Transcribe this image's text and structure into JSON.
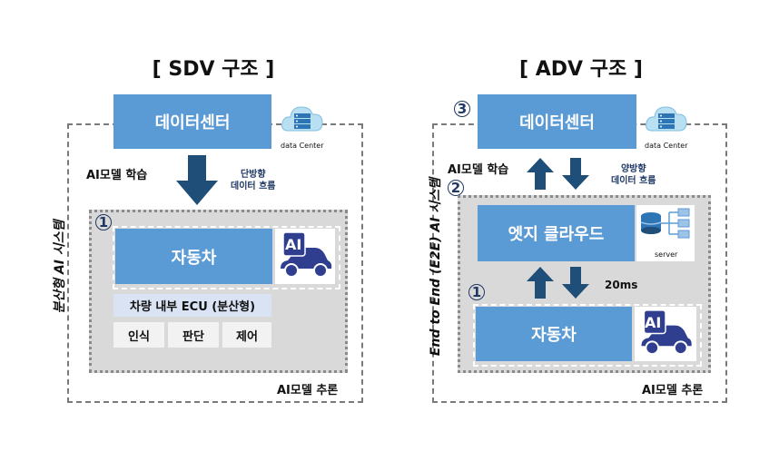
{
  "sdv": {
    "title": "[ SDV 구조 ]",
    "data_center": "데이터센터",
    "cloud_caption": "data Center",
    "train_label": "AI모델 학습",
    "flow_label": "단방향\n데이터 흐름",
    "num1": "1",
    "vehicle": "자동차",
    "ecu": "차량 내부 ECU (분산형)",
    "functions": [
      "인식",
      "판단",
      "제어"
    ],
    "infer_label": "AI모델 추론",
    "system_label": "분산형  AI 시스템",
    "ai_badge": "AI"
  },
  "adv": {
    "title": "[ ADV 구조 ]",
    "num3": "3",
    "data_center": "데이터센터",
    "cloud_caption": "data Center",
    "train_label": "AI모델 학습",
    "flow_label": "양방향\n데이터 흐름",
    "num2": "2",
    "edge": "엣지 클라우드",
    "server_caption": "server",
    "latency": "20ms",
    "num1": "1",
    "vehicle": "자동차",
    "infer_label": "AI모델 추론",
    "system_label": "End to End (E2E)  AI 시스템",
    "ai_badge": "AI"
  },
  "colors": {
    "box_blue": "#5b9bd5",
    "arrow_navy": "#1f4e79",
    "inner_gray": "#d9d9d9",
    "ecu_fill": "#dae3f3"
  }
}
